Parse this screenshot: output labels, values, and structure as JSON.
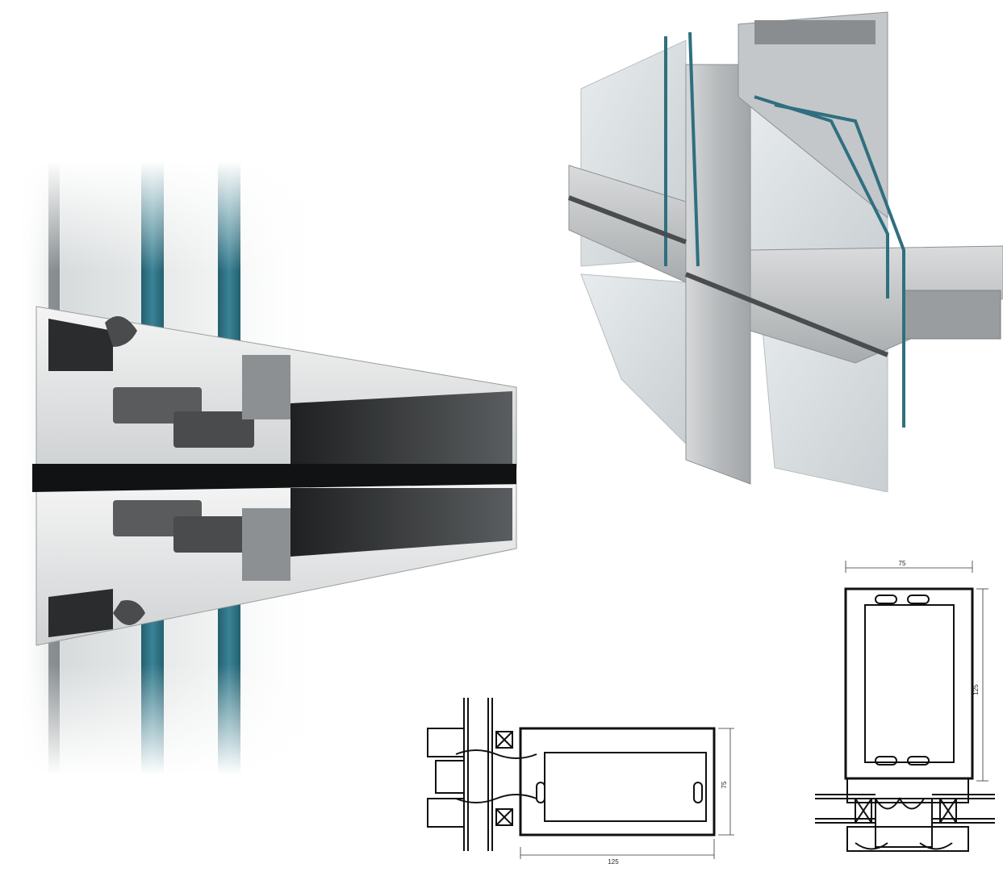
{
  "colors": {
    "glass": "#2f6f80",
    "aluminium_light": "#e9e9ea",
    "aluminium_mid": "#bfc2c4",
    "aluminium_dark": "#3a3c3e",
    "gasket": "#4a4b4c",
    "drawing_line": "#111111"
  },
  "drawings": {
    "horizontal_section": {
      "width_dim": "125",
      "height_dim": "75"
    },
    "vertical_section": {
      "width_dim": "75",
      "height_dim": "125"
    }
  }
}
